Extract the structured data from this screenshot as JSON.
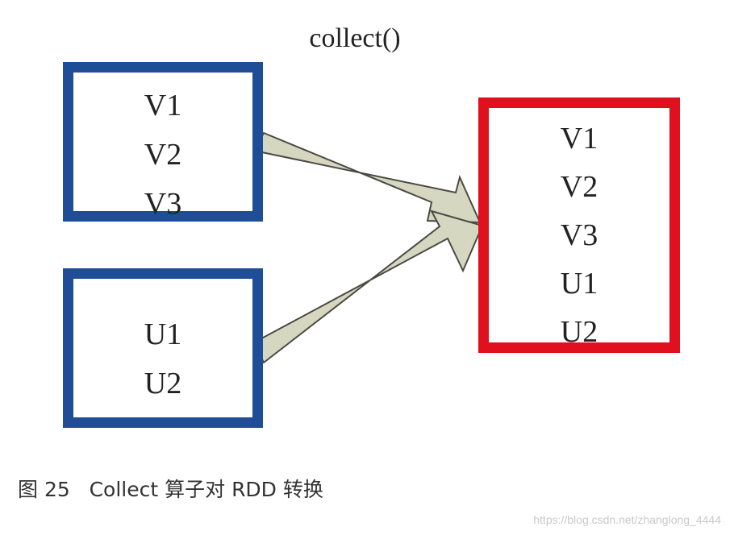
{
  "diagram": {
    "title": "collect()",
    "partition_v": {
      "items": [
        "V1",
        "V2",
        "V3"
      ]
    },
    "partition_u": {
      "items": [
        "U1",
        "U2"
      ]
    },
    "result": {
      "items": [
        "V1",
        "V2",
        "V3",
        "U1",
        "U2"
      ]
    }
  },
  "caption": "图 25   Collect 算子对 RDD 转换",
  "watermark": "https://blog.csdn.net/zhanglong_4444",
  "colors": {
    "partition_border": "#1f4e96",
    "result_border": "#e0101e",
    "arrow_fill": "#d6d7c1",
    "arrow_stroke": "#4a4a42"
  }
}
